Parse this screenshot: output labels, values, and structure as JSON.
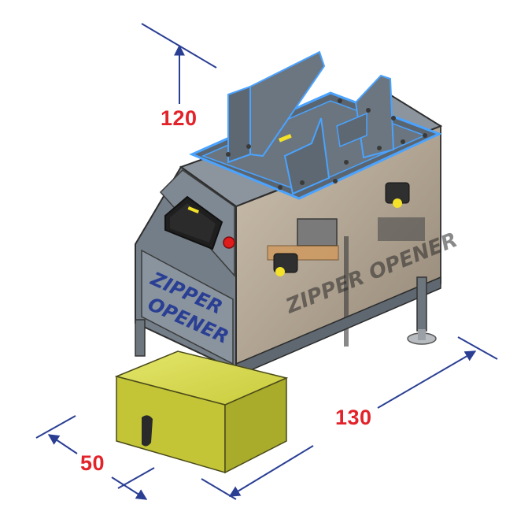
{
  "colors": {
    "dimension_line": "#2a3f94",
    "dimension_text": "#e2232a",
    "frame": "#6f7a85",
    "frame_dark": "#4a535c",
    "tray_highlight": "#4aa3ff",
    "bin": "#c7c93a",
    "stop_button": "#e01b1b"
  },
  "dimensions": {
    "height": "120",
    "length": "130",
    "depth": "50"
  },
  "machine": {
    "brand_line1": "ZIPPER",
    "brand_line2": "OPENER",
    "side_text": "ZIPPER OPENER"
  },
  "icons": [
    "dimension-arrow-icon",
    "stop-button-icon",
    "handle-icon"
  ]
}
